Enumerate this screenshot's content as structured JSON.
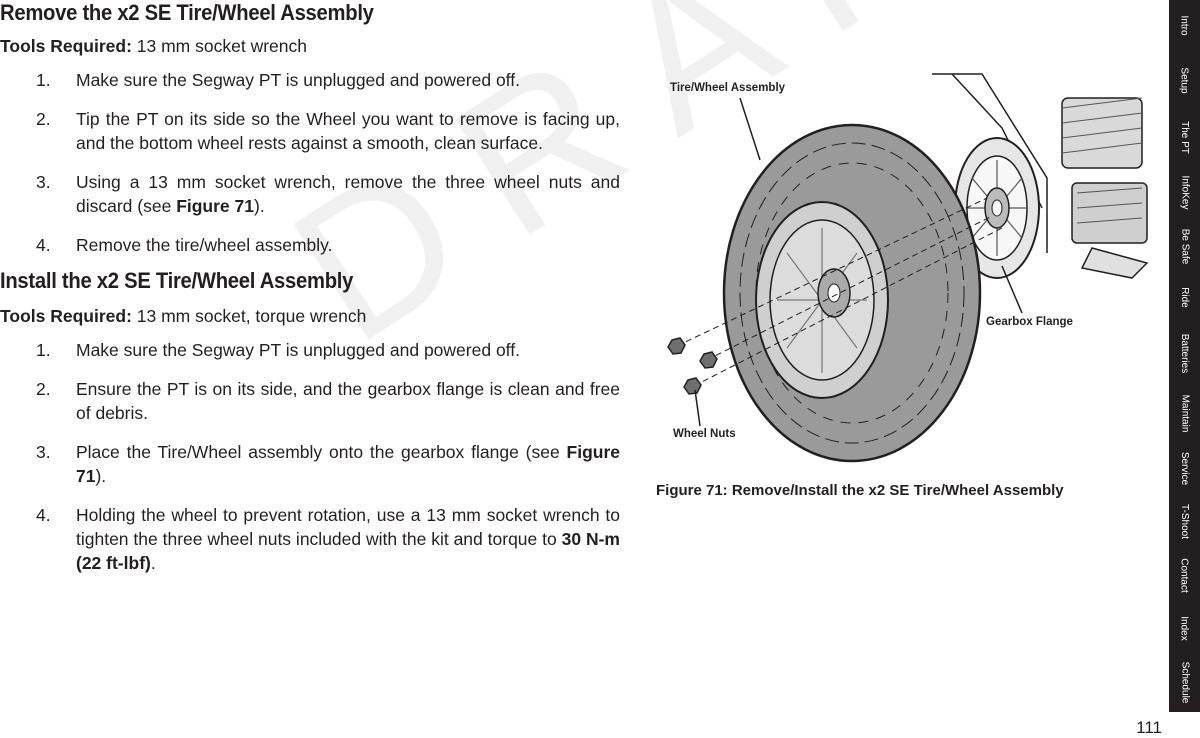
{
  "section1": {
    "title": "Remove the x2 SE Tire/Wheel Assembly",
    "tools_label": "Tools Required:",
    "tools_value": "13 mm socket wrench",
    "steps": [
      {
        "num": "1.",
        "text": "Make sure the Segway PT is unplugged and powered off."
      },
      {
        "num": "2.",
        "text": "Tip the PT on its side so the Wheel you want to remove is facing up, and the bottom wheel rests against a smooth, clean surface."
      },
      {
        "num": "3.",
        "text_before": "Using a 13 mm socket wrench, remove the three wheel nuts and discard (see ",
        "ref": "Figure 71",
        "text_after": ")."
      },
      {
        "num": "4.",
        "text": "Remove the tire/wheel assembly."
      }
    ]
  },
  "section2": {
    "title": "Install the x2 SE Tire/Wheel Assembly",
    "tools_label": "Tools Required:",
    "tools_value": "13 mm socket, torque wrench",
    "steps": [
      {
        "num": "1.",
        "text": "Make sure the Segway PT is unplugged and powered off."
      },
      {
        "num": "2.",
        "text": "Ensure the PT is on its side, and the gearbox flange is clean and free of debris."
      },
      {
        "num": "3.",
        "text_before": "Place the Tire/Wheel assembly onto the gearbox flange (see ",
        "ref": "Figure 71",
        "text_after": ")."
      },
      {
        "num": "4.",
        "text_before": "Holding the wheel to prevent rotation, use a 13 mm socket wrench to tighten the three wheel nuts included with the kit and torque to ",
        "ref": "30 N-m (22 ft-lbf)",
        "text_after": "."
      }
    ]
  },
  "figure": {
    "labels": {
      "tire_wheel_assembly": "Tire/Wheel Assembly",
      "gearbox_flange": "Gearbox Flange",
      "wheel_nuts": "Wheel Nuts"
    },
    "caption": "Figure 71: Remove/Install the x2 SE Tire/Wheel Assembly"
  },
  "watermark": "DRAFT",
  "side_tabs": [
    "Intro",
    "Setup",
    "The PT",
    "InfoKey",
    "Be Safe",
    "Ride",
    "Batteries",
    "Maintain",
    "Service",
    "T-Shoot",
    "Contact",
    "Index",
    "Schedule"
  ],
  "page_number": "111",
  "colors": {
    "text": "#231f20",
    "tab_bg": "#231f20",
    "tab_text": "#ffffff"
  }
}
